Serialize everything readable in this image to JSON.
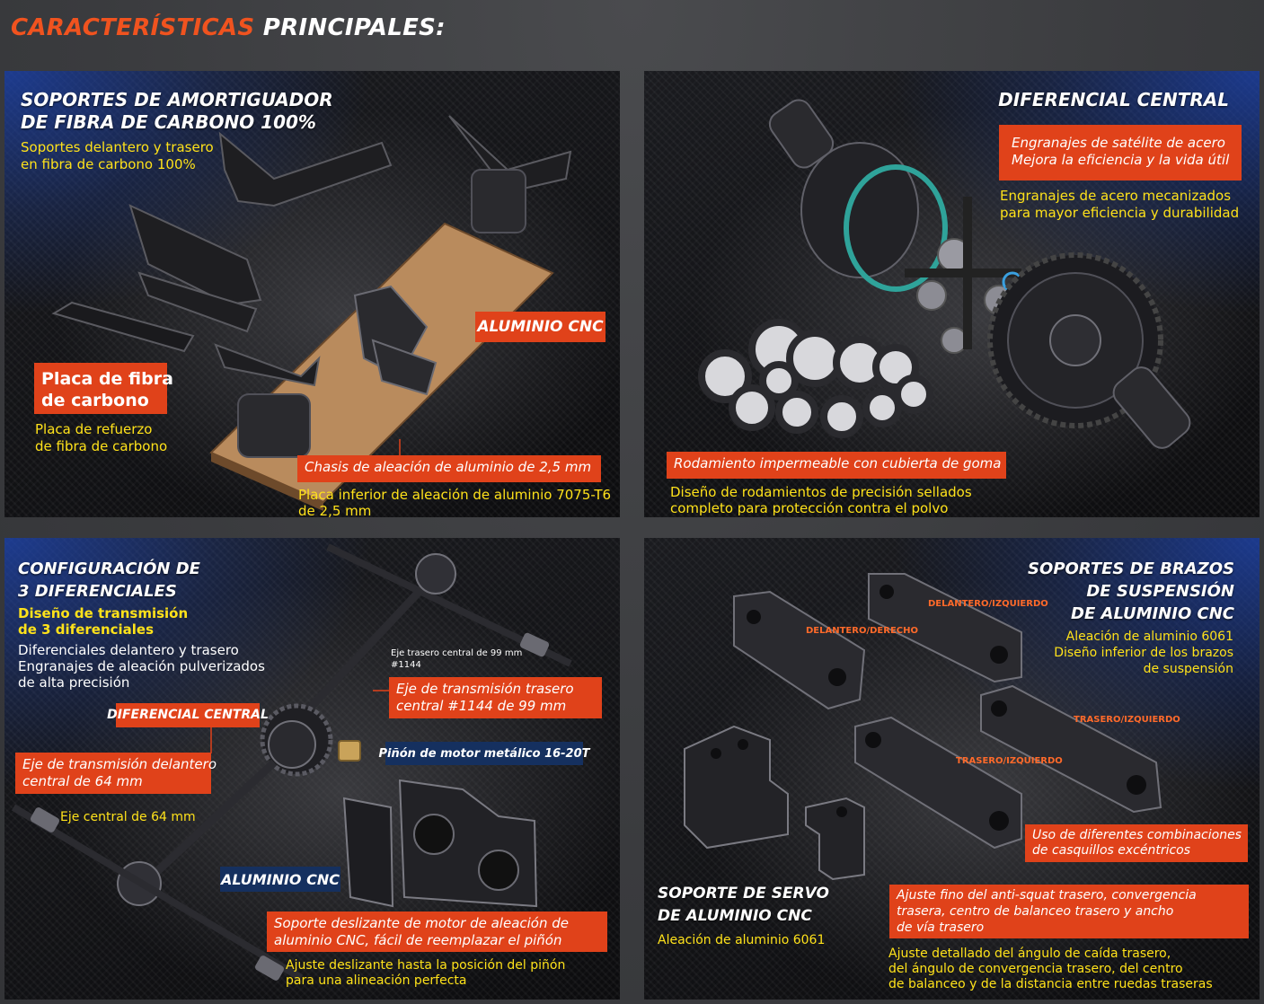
{
  "page_title": {
    "accent": "CARACTERÍSTICAS",
    "rest": "PRINCIPALES:"
  },
  "panel1": {
    "title_line1": "SOPORTES DE AMORTIGUADOR",
    "title_line2": "DE FIBRA DE CARBONO 100%",
    "sub_line1": "Soportes delantero y trasero",
    "sub_line2": "en fibra de carbono 100%",
    "plate_line1": "Placa de fibra",
    "plate_line2": "de carbono",
    "plate_desc_line1": "Placa de refuerzo",
    "plate_desc_line2": "de fibra de carbono",
    "cnc_label": "ALUMINIO CNC",
    "chassis_label": "Chasis de aleación de aluminio de 2,5 mm",
    "chassis_desc_line1": "Placa inferior de aleación de aluminio 7075-T6",
    "chassis_desc_line2": "de 2,5 mm"
  },
  "panel2": {
    "title": "DIFERENCIAL CENTRAL",
    "gear_line1": "Engranajes de satélite de acero",
    "gear_line2": "Mejora la eficiencia y la vida útil",
    "gear_desc_line1": "Engranajes de acero mecanizados",
    "gear_desc_line2": "para mayor eficiencia y durabilidad",
    "bearing_label": "Rodamiento impermeable con cubierta de goma",
    "bearing_desc_line1": "Diseño de rodamientos de precisión sellados",
    "bearing_desc_line2": "completo para protección contra el polvo"
  },
  "panel3": {
    "title_line1": "CONFIGURACIÓN DE",
    "title_line2": "3 DIFERENCIALES",
    "sub_line1": "Diseño de transmisión",
    "sub_line2": "de 3 diferenciales",
    "desc_line1": "Diferenciales delantero y trasero",
    "desc_line2": "Engranajes de aleación pulverizados",
    "desc_line3": "de alta precisión",
    "rear_shaft_small_line1": "Eje trasero central de 99 mm",
    "rear_shaft_small_line2": "#1144",
    "rear_shaft_line1": "Eje de transmisión trasero",
    "rear_shaft_line2": "central #1144 de 99 mm",
    "center_diff": "DIFERENCIAL CENTRAL",
    "pinion": "Piñón de motor metálico 16-20T",
    "front_shaft_line1": "Eje de transmisión delantero",
    "front_shaft_line2": "central de 64 mm",
    "center_shaft": "Eje central de 64 mm",
    "cnc_label": "ALUMINIO CNC",
    "motor_mount_line1": "Soporte deslizante de motor de aleación de",
    "motor_mount_line2": "aluminio CNC, fácil de reemplazar el piñón",
    "slide_line1": "Ajuste deslizante hasta la posición del piñón",
    "slide_line2": "para una alineación perfecta"
  },
  "panel4": {
    "title_line1": "SOPORTES DE BRAZOS",
    "title_line2": "DE SUSPENSIÓN",
    "title_line3": "DE ALUMINIO CNC",
    "sub_line1": "Aleación de aluminio 6061",
    "sub_line2": "Diseño inferior de los brazos",
    "sub_line3": "de suspensión",
    "front_left": "DELANTERO/IZQUIERDO",
    "front_right": "DELANTERO/DERECHO",
    "rear_left_1": "TRASERO/IZQUIERDO",
    "rear_left_2": "TRASERO/IZQUIERDO",
    "servo_line1": "SOPORTE DE SERVO",
    "servo_line2": "DE ALUMINIO CNC",
    "servo_desc": "Aleación de aluminio 6061",
    "bushing_line1": "Uso de diferentes combinaciones",
    "bushing_line2": "de casquillos excéntricos",
    "squat_line1": "Ajuste fino del anti-squat trasero, convergencia",
    "squat_line2": "trasera, centro de balanceo trasero y ancho",
    "squat_line3": "de vía trasero",
    "camber_line1": "Ajuste detallado del ángulo de caída trasero,",
    "camber_line2": "del ángulo de convergencia trasero, del centro",
    "camber_line3": "de balanceo y de la distancia entre ruedas traseras"
  },
  "colors": {
    "accent_orange": "#e0421a",
    "title_orange": "#f0531f",
    "yellow_text": "#ffe21a",
    "navy_label": "#15305f"
  }
}
